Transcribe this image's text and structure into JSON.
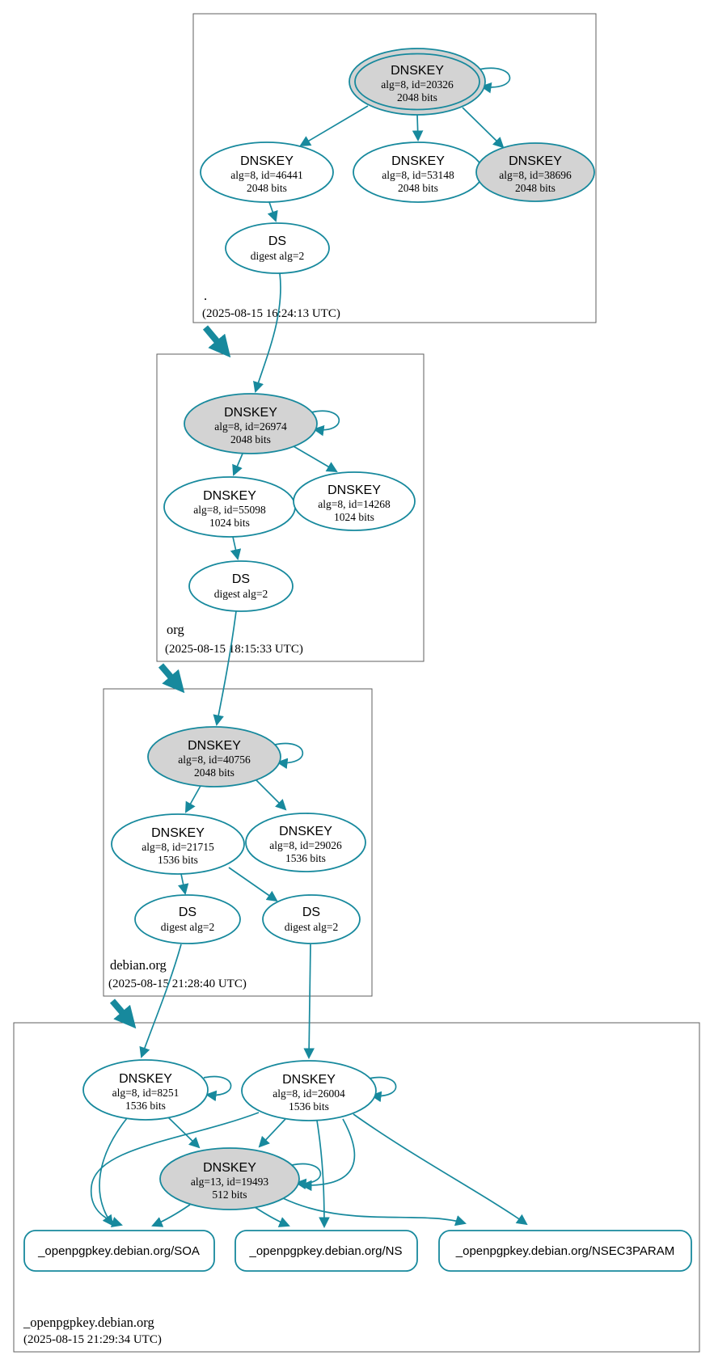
{
  "colors": {
    "edge": "#17899d",
    "ksk_fill": "#d3d3d3",
    "node_fill": "#ffffff",
    "box_border": "#5f5f5f"
  },
  "zones": [
    {
      "name": ".",
      "timestamp": "(2025-08-15 16:24:13 UTC)",
      "nodes": [
        {
          "label": "DNSKEY",
          "detail": "alg=8, id=20326",
          "size": "2048 bits"
        },
        {
          "label": "DNSKEY",
          "detail": "alg=8, id=46441",
          "size": "2048 bits"
        },
        {
          "label": "DNSKEY",
          "detail": "alg=8, id=53148",
          "size": "2048 bits"
        },
        {
          "label": "DNSKEY",
          "detail": "alg=8, id=38696",
          "size": "2048 bits"
        },
        {
          "label": "DS",
          "detail": "digest alg=2"
        }
      ]
    },
    {
      "name": "org",
      "timestamp": "(2025-08-15 18:15:33 UTC)",
      "nodes": [
        {
          "label": "DNSKEY",
          "detail": "alg=8, id=26974",
          "size": "2048 bits"
        },
        {
          "label": "DNSKEY",
          "detail": "alg=8, id=55098",
          "size": "1024 bits"
        },
        {
          "label": "DNSKEY",
          "detail": "alg=8, id=14268",
          "size": "1024 bits"
        },
        {
          "label": "DS",
          "detail": "digest alg=2"
        }
      ]
    },
    {
      "name": "debian.org",
      "timestamp": "(2025-08-15 21:28:40 UTC)",
      "nodes": [
        {
          "label": "DNSKEY",
          "detail": "alg=8, id=40756",
          "size": "2048 bits"
        },
        {
          "label": "DNSKEY",
          "detail": "alg=8, id=21715",
          "size": "1536 bits"
        },
        {
          "label": "DNSKEY",
          "detail": "alg=8, id=29026",
          "size": "1536 bits"
        },
        {
          "label": "DS",
          "detail": "digest alg=2"
        },
        {
          "label": "DS",
          "detail": "digest alg=2"
        }
      ]
    },
    {
      "name": "_openpgpkey.debian.org",
      "timestamp": "(2025-08-15 21:29:34 UTC)",
      "nodes": [
        {
          "label": "DNSKEY",
          "detail": "alg=8, id=8251",
          "size": "1536 bits"
        },
        {
          "label": "DNSKEY",
          "detail": "alg=8, id=26004",
          "size": "1536 bits"
        },
        {
          "label": "DNSKEY",
          "detail": "alg=13, id=19493",
          "size": "512 bits"
        }
      ],
      "rrsets": [
        {
          "label": "_openpgpkey.debian.org/SOA"
        },
        {
          "label": "_openpgpkey.debian.org/NS"
        },
        {
          "label": "_openpgpkey.debian.org/NSEC3PARAM"
        }
      ]
    }
  ]
}
